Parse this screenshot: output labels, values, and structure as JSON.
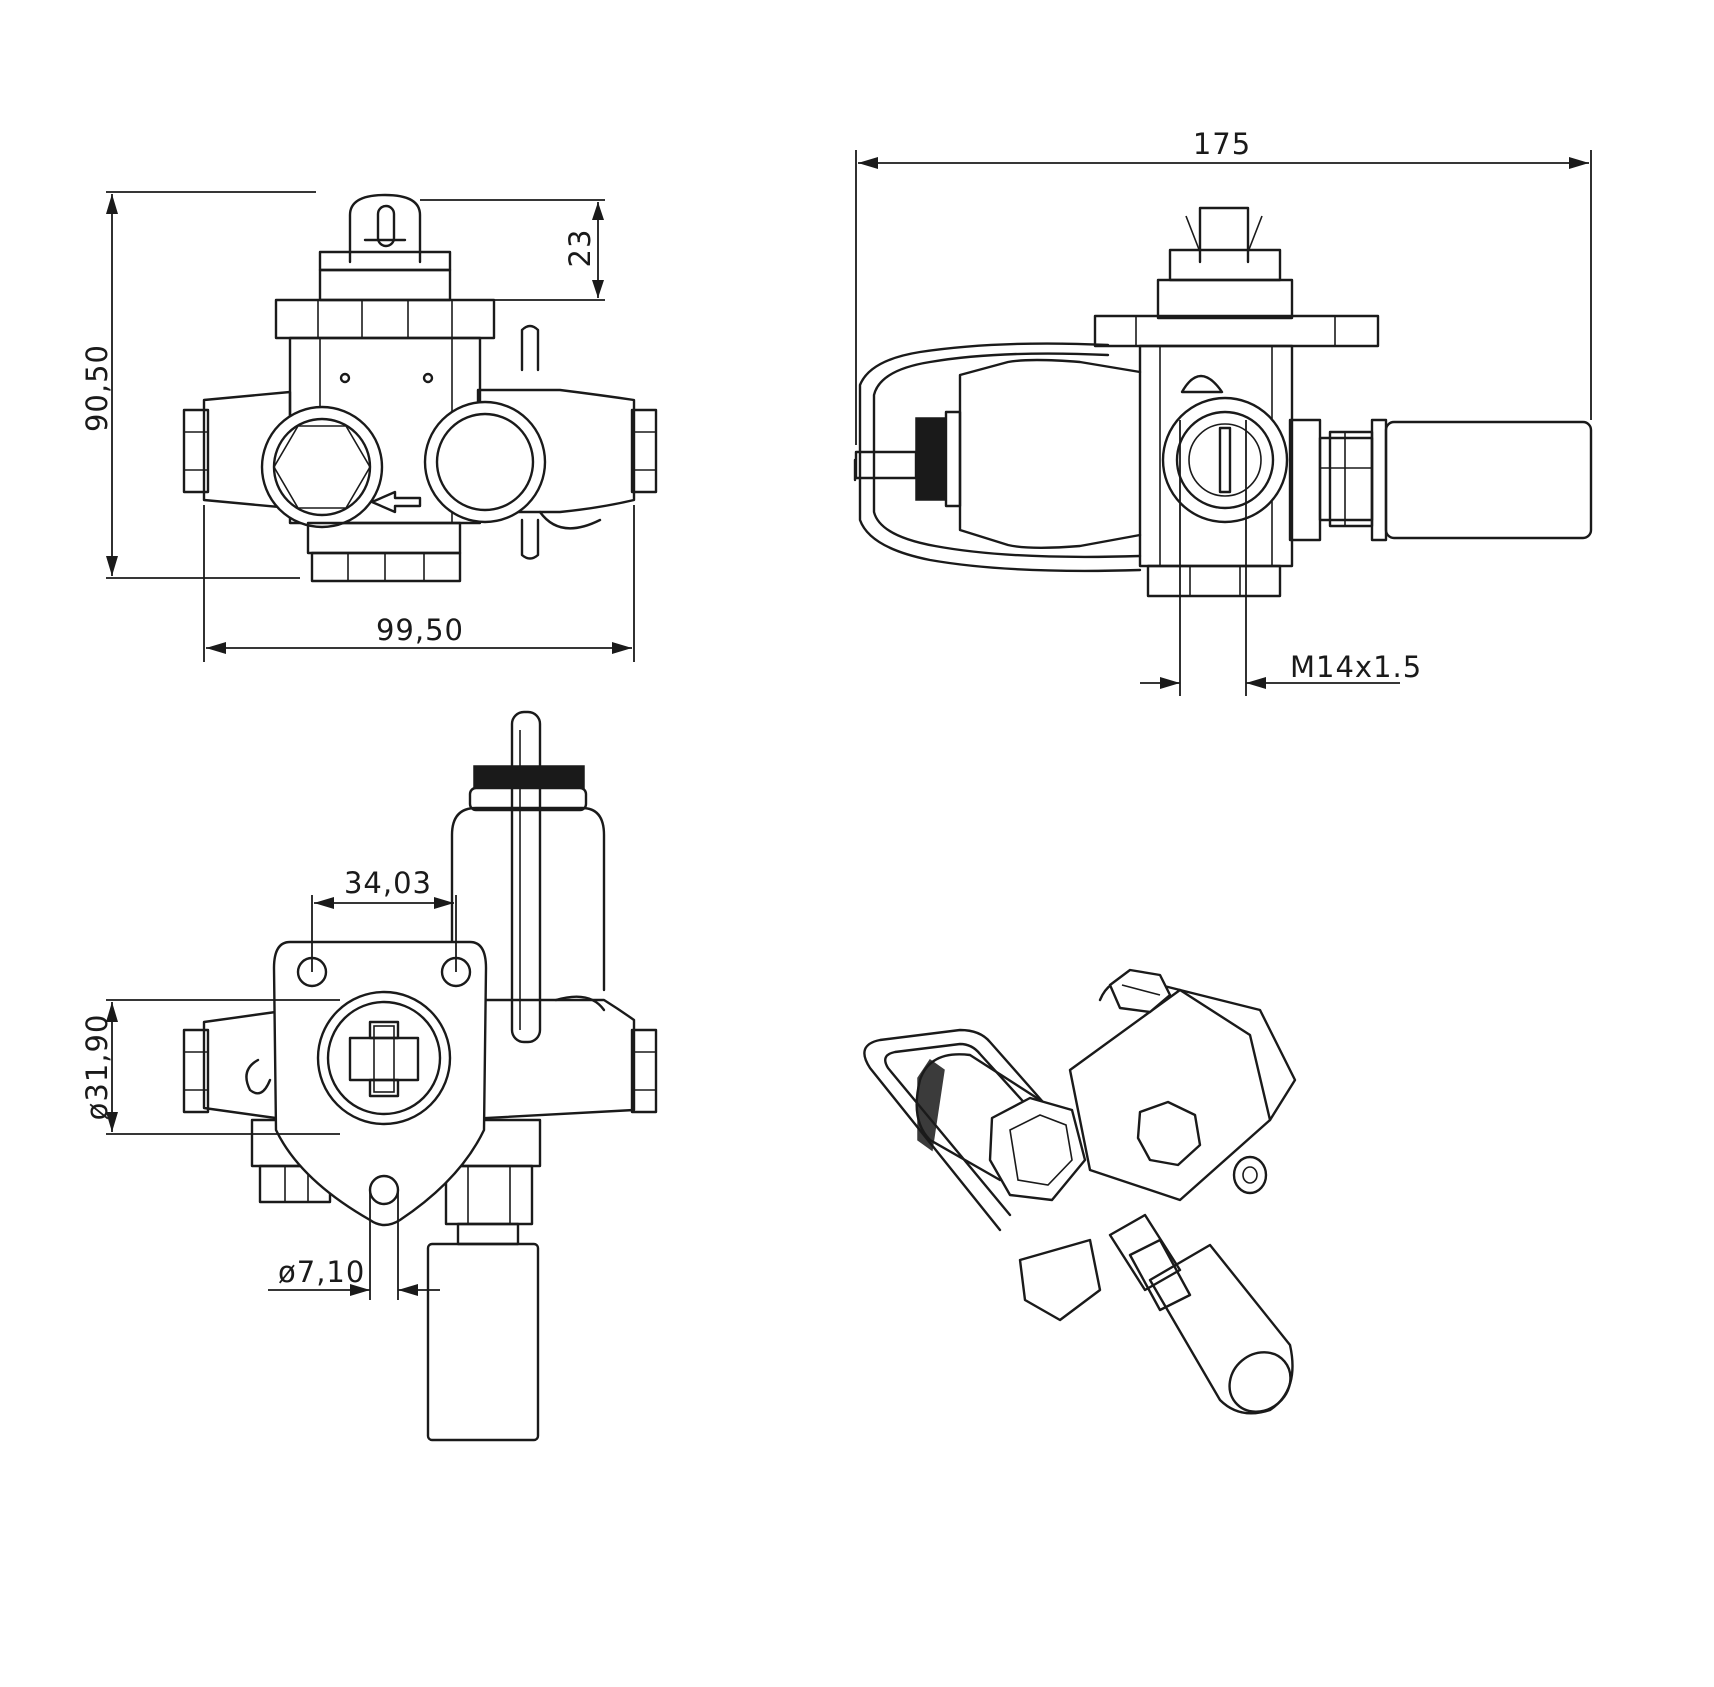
{
  "dimensions": {
    "overall_height": "90,50",
    "cap_height": "23",
    "overall_width": "99,50",
    "overall_length": "175",
    "thread": "M14x1.5",
    "hole_spacing": "34,03",
    "boss_diameter": "ø31,90",
    "hole_diameter": "ø7,10"
  },
  "views": [
    "front-view",
    "side-view",
    "rear-view",
    "isometric-view"
  ]
}
